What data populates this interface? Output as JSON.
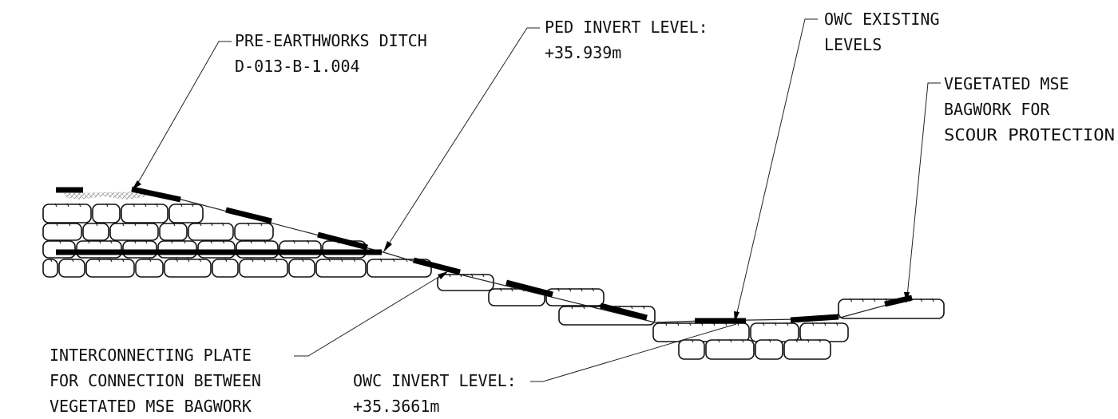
{
  "labels": {
    "pre_earthworks_ditch": {
      "line1": "PRE-EARTHWORKS DITCH",
      "line2": "D-013-B-1.004"
    },
    "ped_invert_level": {
      "line1": "PED INVERT LEVEL:",
      "line2": "+35.939m"
    },
    "owc_existing_levels": {
      "line1": "OWC EXISTING",
      "line2": "LEVELS"
    },
    "vegetated_mse_bagwork": {
      "line1": "VEGETATED MSE",
      "line2": "BAGWORK FOR",
      "line3": "SCOUR PROTECTION"
    },
    "interconnecting_plate": {
      "line1": "INTERCONNECTING PLATE",
      "line2": "FOR CONNECTION BETWEEN",
      "line3": "VEGETATED MSE BAGWORK"
    },
    "owc_invert_level": {
      "line1": "OWC INVERT LEVEL:",
      "line2": "+35.3661m"
    }
  },
  "colors": {
    "line": "#111111",
    "background": "#ffffff",
    "hatch": "#9a9a9a"
  }
}
